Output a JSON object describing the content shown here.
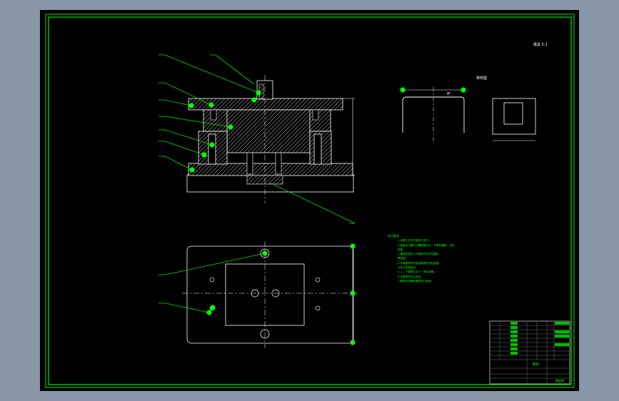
{
  "drawing": {
    "colors": {
      "background": "#000000",
      "viewport_bg": "#8795a6",
      "frame": "#00ff00",
      "part_lines": "#ffffff",
      "hatch": "#d8d8d8",
      "leaders": "#00e600",
      "grip": "#00ff00",
      "notes": "#00ff00"
    },
    "view_label_top_right": "模具 5:1",
    "part_view_label": "排样图",
    "dim_label": "8°"
  },
  "tech_requirements": {
    "heading": "技术要求",
    "lines": [
      "1.冲模工作应在常温下进行。",
      "2.装配后凸模与凹模间隙均匀，不得有偏移，卡死。",
      "现象。",
      "3.模具各零件工作表面不允许有裂纹。",
      "等缺陷。",
      "4.安装模具时应保证模具的闭合高度。",
      "与压力机相适应。",
      "5.上、下模具应平行，导向准确。",
      "6.冲裁零件应无毛刺。",
      "7.模具应按图纸要求进行验收。"
    ]
  },
  "title_block": {
    "drawing_name": "模具",
    "sheet_no": "装配图"
  }
}
